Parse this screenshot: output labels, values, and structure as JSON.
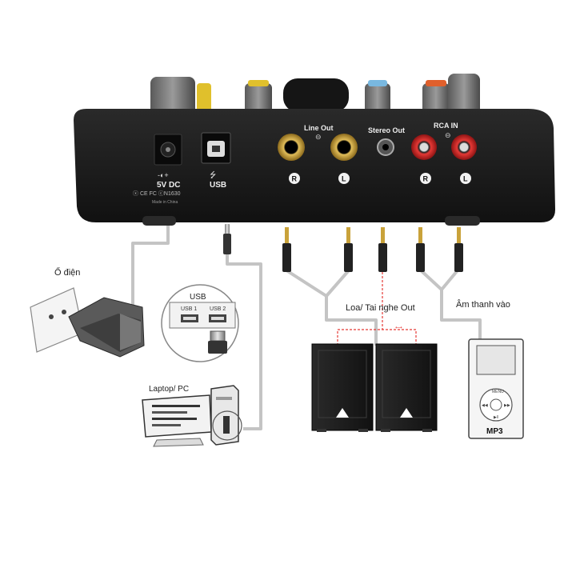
{
  "device": {
    "power_port": {
      "symbol": "-◐+",
      "label": "5V DC"
    },
    "usb_port": {
      "symbol": "⭍",
      "label": "USB"
    },
    "certifications": "ⓧ CE FC ⓒN1630",
    "made_in": "Made in China",
    "line_out": {
      "label": "Line Out",
      "right": "R",
      "left": "L"
    },
    "stereo_out": {
      "label": "Stereo Out"
    },
    "rca_in": {
      "label": "RCA IN",
      "right": "R",
      "left": "L"
    }
  },
  "peripherals": {
    "outlet_label": "Ổ điện",
    "usb_inset": {
      "title": "USB",
      "port1": "USB 1",
      "port2": "USB 2"
    },
    "computer_label": "Laptop/ PC",
    "speakers_label": "Loa/ Tai nghe Out",
    "mp3": {
      "label": "Âm thanh vào",
      "brand": "MP3"
    }
  },
  "colors": {
    "device_body": "#1b1b1b",
    "cable_gray": "#c4c4c4",
    "speaker_link": "#e53935",
    "rca_red": "#d32f2f",
    "gold": "#c9a23a"
  }
}
